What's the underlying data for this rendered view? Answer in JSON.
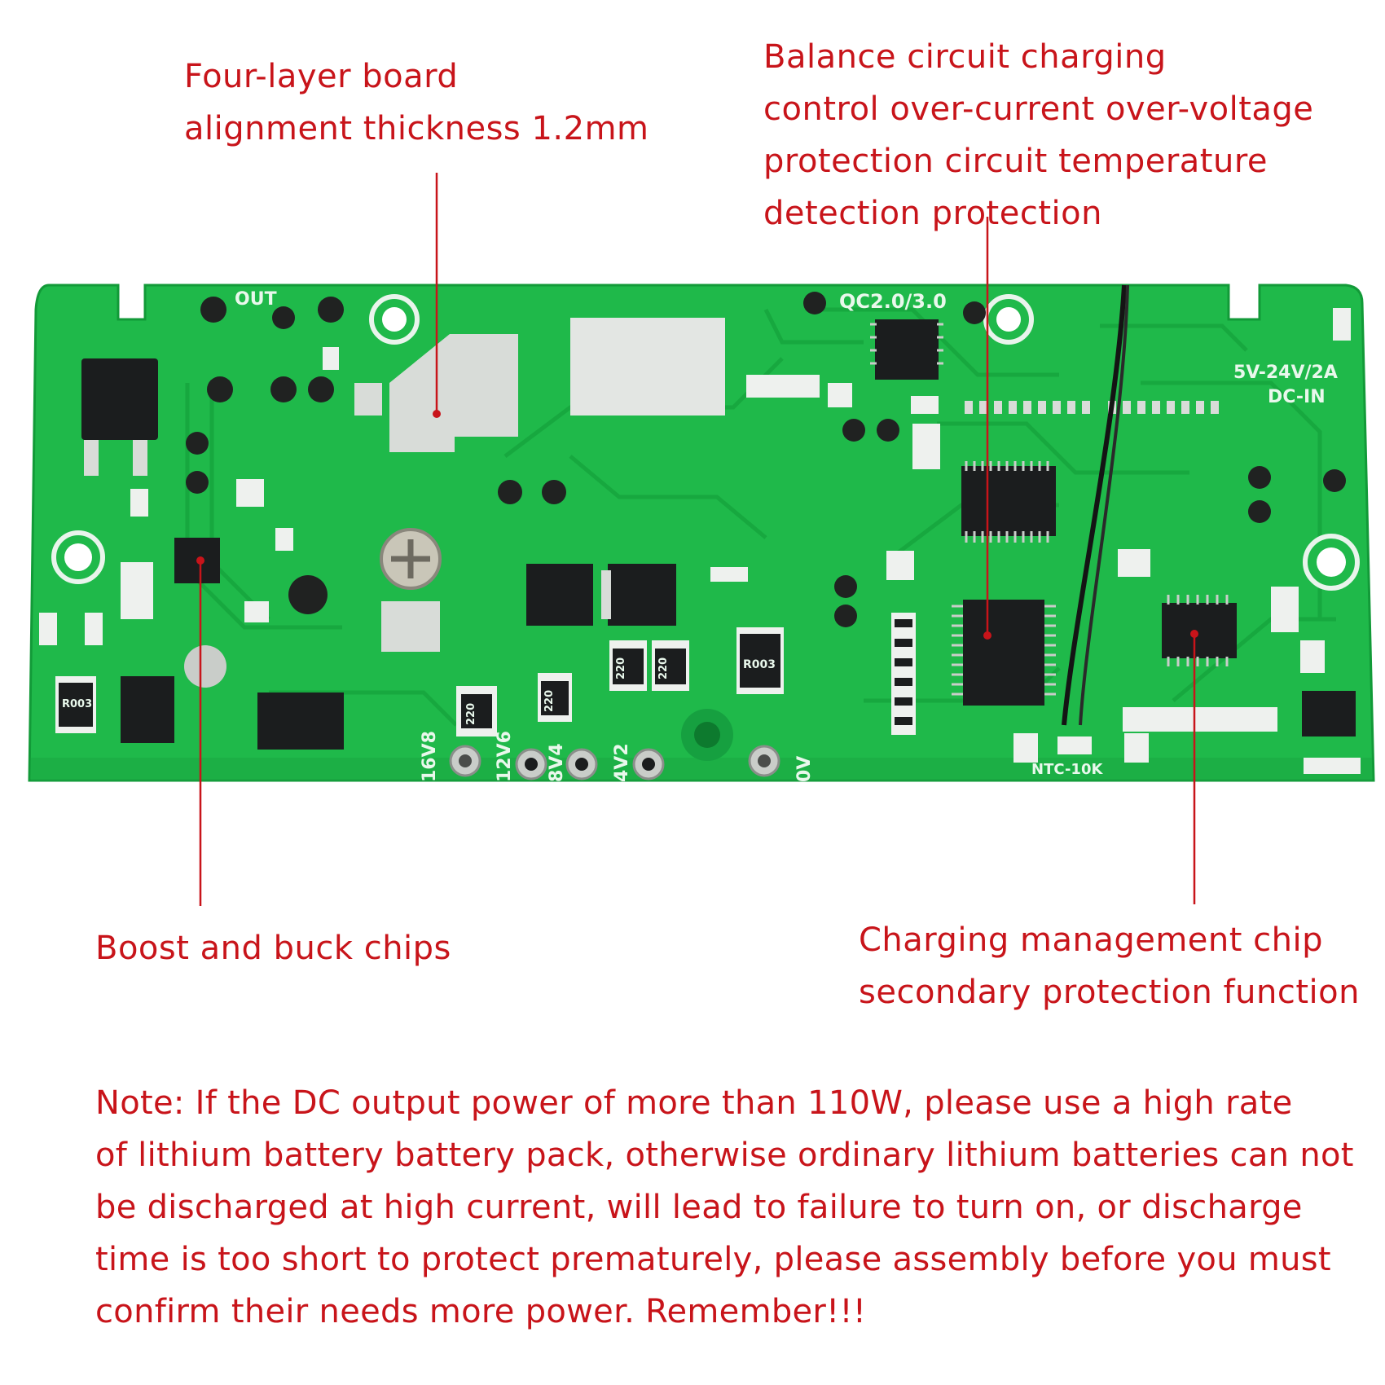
{
  "callouts": {
    "four_layer": [
      "Four-layer board",
      "alignment thickness 1.2mm"
    ],
    "balance": [
      "Balance circuit charging",
      "control over-current over-voltage",
      "protection circuit temperature",
      "detection protection"
    ],
    "boost": [
      "Boost and buck chips"
    ],
    "charging": [
      "Charging management chip",
      "secondary protection function"
    ]
  },
  "note": [
    "Note: If the DC output power of more than 110W, please use a high rate",
    "of lithium battery battery pack, otherwise ordinary lithium batteries can not",
    "be discharged at high current, will lead to failure to turn on, or discharge",
    "time is too short to protect prematurely, please assembly before you must",
    "confirm their needs more power. Remember!!!"
  ],
  "board_silkscreen": {
    "out": "OUT",
    "qc": "QC2.0/3.0",
    "dc_in_voltage": "5V-24V/2A",
    "dc_in": "DC-IN",
    "ntc": "NTC-10K",
    "taps": [
      "16V8",
      "12V6",
      "8V4",
      "4V2",
      "0V"
    ],
    "resistor_codes": [
      "R003",
      "R003",
      "220",
      "220",
      "220",
      "220"
    ]
  },
  "colors": {
    "callout_text": "#c8141a",
    "pointer_line": "#c8141a",
    "pcb_green": "#1fb94a",
    "pcb_trace": "#17a83f",
    "chip_black": "#1b1d1e",
    "pad_silver": "#d8dcd8"
  }
}
